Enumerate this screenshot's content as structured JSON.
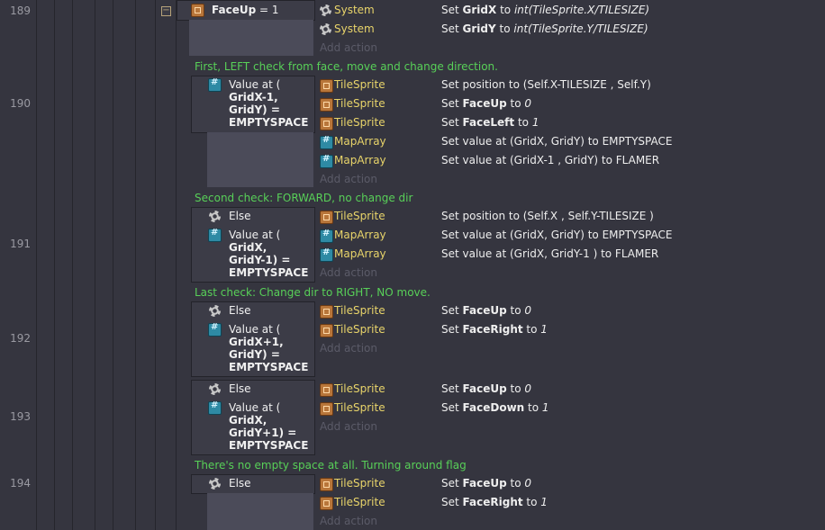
{
  "line_numbers": [
    "189",
    "190",
    "191",
    "192",
    "193",
    "194"
  ],
  "add_action_label": "Add action",
  "objects": {
    "system": "System",
    "tile": "TileSprite",
    "map": "MapArray"
  },
  "event189": {
    "cond_name": "FaceUp",
    "cond_rest": " = 1",
    "actions": [
      {
        "pre": "Set ",
        "bold": "GridX",
        "mid": " to ",
        "it": "int(TileSprite.X/TILESIZE)"
      },
      {
        "pre": "Set ",
        "bold": "GridY",
        "mid": " to ",
        "it": "int(TileSprite.Y/TILESIZE)"
      }
    ]
  },
  "comments": {
    "c1": "First, LEFT check from face, move and change direction.",
    "c2": "Second check: FORWARD, no change dir",
    "c3": "Last check: Change dir to RIGHT, NO move.",
    "c4": "There's no empty space at all. Turning around flag"
  },
  "event190": {
    "cond_l1": "Value at (",
    "cond_l2": "GridX-1,",
    "cond_l3": "GridY) =",
    "cond_l4": "EMPTYSPACE",
    "a1": "Set position to (Self.X-TILESIZE , Self.Y)",
    "a2_pre": "Set ",
    "a2_b": "FaceUp",
    "a2_mid": " to ",
    "a2_it": "0",
    "a3_pre": "Set ",
    "a3_b": "FaceLeft",
    "a3_mid": " to ",
    "a3_it": "1",
    "a4": "Set value at (GridX, GridY) to EMPTYSPACE",
    "a5": "Set value at (GridX-1 , GridY) to FLAMER"
  },
  "event191": {
    "else": "Else",
    "cond_l1": "Value at (",
    "cond_l2": "GridX,",
    "cond_l3": "GridY-1) =",
    "cond_l4": "EMPTYSPACE",
    "a1": "Set position to (Self.X , Self.Y-TILESIZE )",
    "a2": "Set value at (GridX, GridY) to EMPTYSPACE",
    "a3": "Set value at (GridX, GridY-1 ) to FLAMER"
  },
  "event192": {
    "else": "Else",
    "cond_l1": "Value at (",
    "cond_l2": "GridX+1,",
    "cond_l3": "GridY) =",
    "cond_l4": "EMPTYSPACE",
    "a1_b": "FaceUp",
    "a1_it": "0",
    "a2_b": "FaceRight",
    "a2_it": "1"
  },
  "event193": {
    "else": "Else",
    "cond_l1": "Value at (",
    "cond_l2": "GridX,",
    "cond_l3": "GridY+1) =",
    "cond_l4": "EMPTYSPACE",
    "a1_b": "FaceUp",
    "a1_it": "0",
    "a2_b": "FaceDown",
    "a2_it": "1"
  },
  "event194": {
    "else": "Else",
    "a1_b": "FaceUp",
    "a1_it": "0",
    "a2_b": "FaceRight",
    "a2_it": "1"
  },
  "word_set": "Set ",
  "word_to": " to "
}
